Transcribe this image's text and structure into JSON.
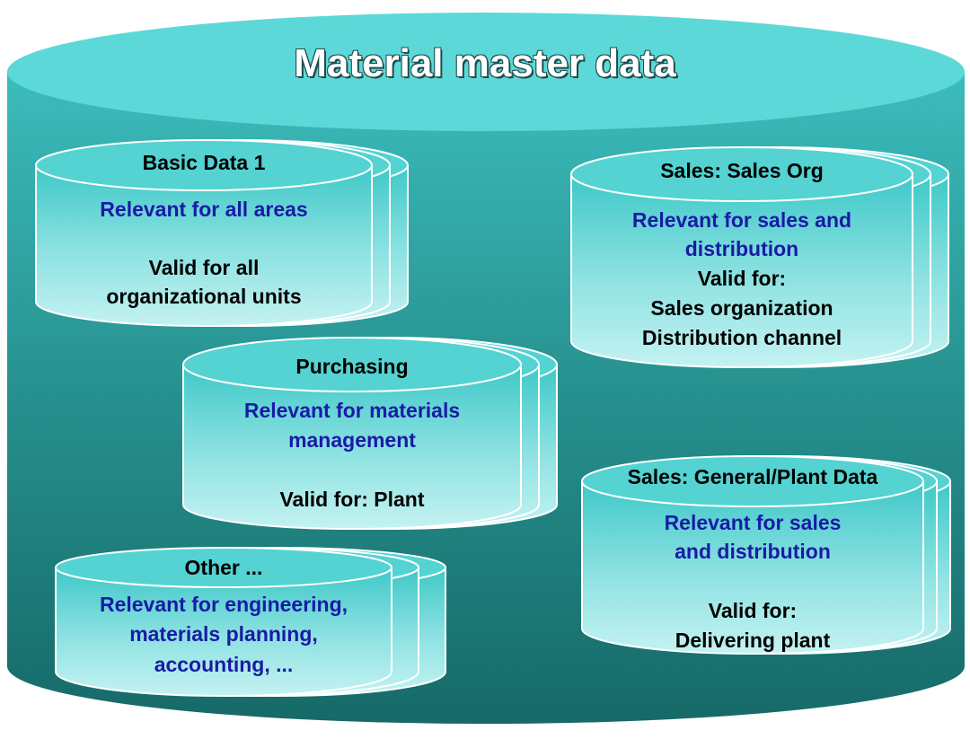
{
  "title": "Material master data",
  "views": {
    "basic_data": {
      "title": "Basic Data 1",
      "relevance": "Relevant for all areas",
      "validity": [
        "Valid for all",
        "organizational units"
      ]
    },
    "sales_org": {
      "title": "Sales: Sales Org",
      "relevance": [
        "Relevant for sales and",
        "distribution"
      ],
      "validity": [
        "Valid for:",
        "Sales organization",
        "Distribution channel"
      ]
    },
    "purchasing": {
      "title": "Purchasing",
      "relevance": [
        "Relevant for materials",
        "management"
      ],
      "validity": "Valid for: Plant"
    },
    "sales_plant": {
      "title": "Sales: General/Plant Data",
      "relevance": [
        "Relevant for sales",
        "and distribution"
      ],
      "validity": [
        "Valid for:",
        "Delivering plant"
      ]
    },
    "other": {
      "title": "Other ...",
      "relevance": [
        "Relevant for engineering,",
        "materials planning,",
        "accounting, ..."
      ]
    }
  },
  "colors": {
    "cylinder_top": "#5bd6d6",
    "cylinder_bottom": "#1a6e6e",
    "small_top": "#55d2d2",
    "small_body_light": "#b8eeee",
    "relevance_text": "#1a1aa6",
    "validity_text": "#000000"
  }
}
